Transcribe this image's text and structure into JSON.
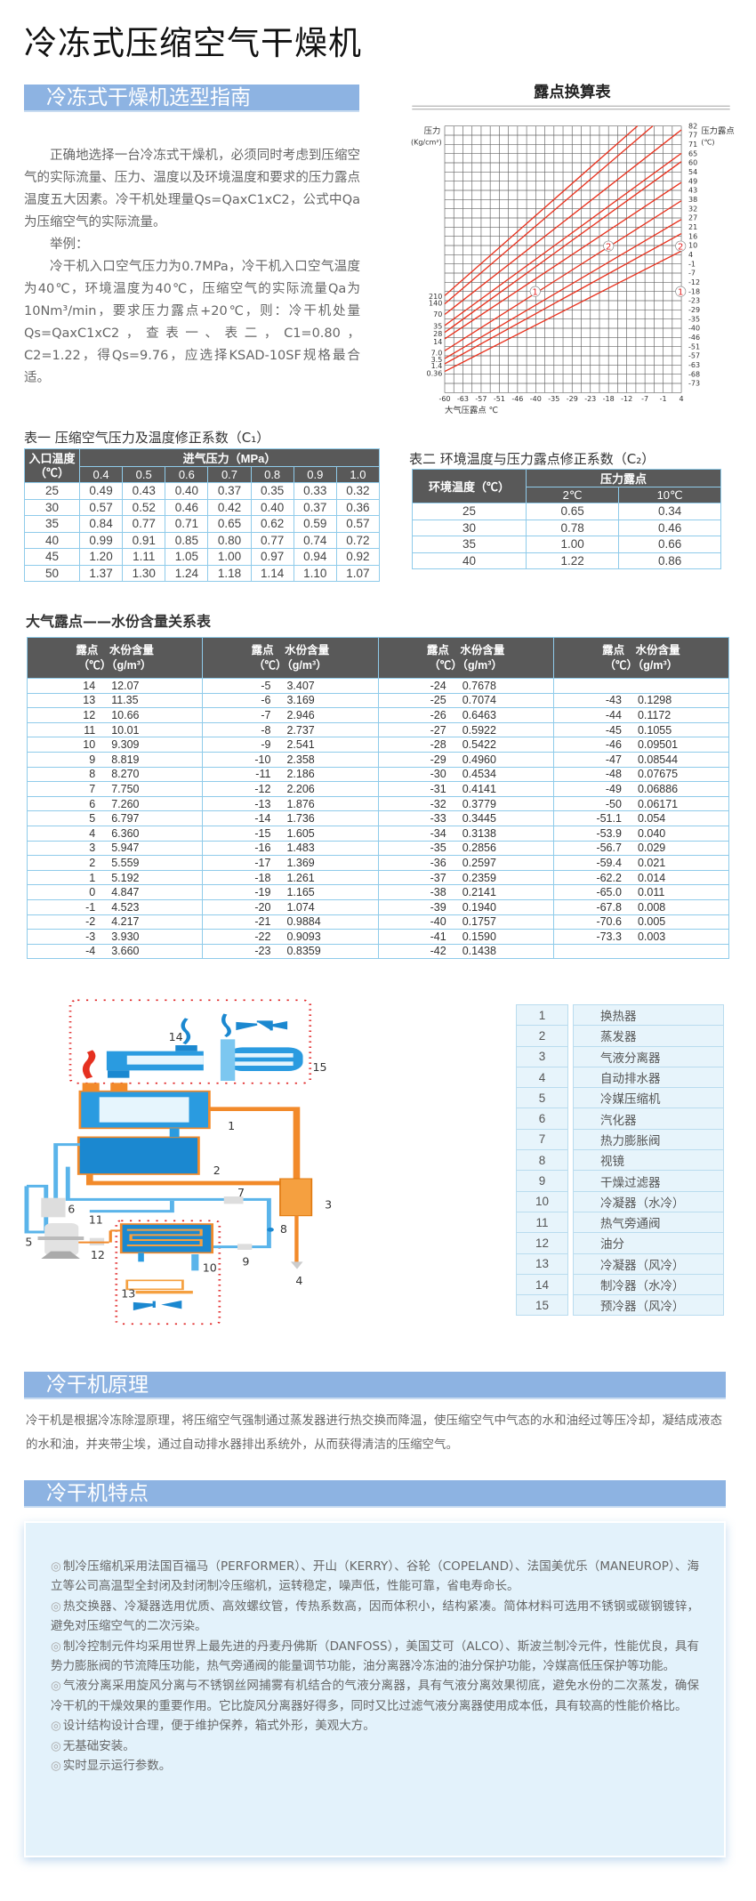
{
  "title": "冷冻式压缩空气干燥机",
  "section1": {
    "banner": "冷冻式干燥机选型指南",
    "paragraphs": [
      "正确地选择一台冷冻式干燥机，必须同时考虑到压缩空气的实际流量、压力、温度以及环境温度和要求的压力露点温度五大因素。冷干机处理量Qs=QaxC1xC2，公式中Qa为压缩空气的实际流量。",
      "举例：",
      "冷干机入口空气压力为0.7MPa，冷干机入口空气温度为40℃，环境温度为40℃，压缩空气的实际流量Qa为10Nm³/min，要求压力露点+20℃，则：冷干机处量Qs=QaxC1xC2，查表一、表二，C1=0.80，C2=1.22，得Qs=9.76，应选择KSAD-10SF规格最合适。"
    ]
  },
  "chart_data": {
    "type": "line",
    "title": "露点换算表",
    "ylabel_left": "压力",
    "ylabel_left_unit": "(Kg/cm²)",
    "ylabel_right": "压力露点",
    "ylabel_right_unit": "(℃)",
    "xlabel": "大气压露点 ℃",
    "x_ticks": [
      "-60",
      "-63",
      "-57",
      "-51",
      "-46",
      "-40",
      "-35",
      "-29",
      "-23",
      "-18",
      "-12",
      "-7",
      "-1",
      "4"
    ],
    "y_right_ticks": [
      "82",
      "77",
      "71",
      "65",
      "60",
      "54",
      "49",
      "43",
      "38",
      "32",
      "27",
      "21",
      "16",
      "10",
      "4",
      "-1",
      "-7",
      "-12",
      "-18",
      "-23",
      "-29",
      "-35",
      "-40",
      "-46",
      "-51",
      "-57",
      "-63",
      "-68",
      "-73"
    ],
    "left_labels": [
      {
        "text": "210",
        "at": 18.55
      },
      {
        "text": "140",
        "at": 19.26
      },
      {
        "text": "70",
        "at": 20.5
      },
      {
        "text": "35",
        "at": 21.8
      },
      {
        "text": "28",
        "at": 22.6
      },
      {
        "text": "14",
        "at": 23.5
      },
      {
        "text": "7.0",
        "at": 24.7
      },
      {
        "text": "3.5",
        "at": 25.4
      },
      {
        "text": "1.4",
        "at": 26.1
      },
      {
        "text": "0.36",
        "at": 26.9
      }
    ],
    "series": [
      {
        "name": "210",
        "start": [
          0,
          18.45
        ],
        "end": [
          10.59,
          0
        ]
      },
      {
        "name": "140",
        "start": [
          0,
          19.35
        ],
        "end": [
          11.43,
          0
        ]
      },
      {
        "name": "70",
        "start": [
          0,
          20.5
        ],
        "end": [
          13,
          0.42
        ]
      },
      {
        "name": "35",
        "start": [
          0,
          21.7
        ],
        "end": [
          13,
          2.97
        ]
      },
      {
        "name": "28",
        "start": [
          0,
          22.45
        ],
        "end": [
          13,
          3.87
        ]
      },
      {
        "name": "14",
        "start": [
          0,
          23.16
        ],
        "end": [
          13,
          6.13
        ]
      },
      {
        "name": "7.0",
        "start": [
          0,
          24.45
        ],
        "end": [
          13,
          8.13
        ]
      },
      {
        "name": "3.5",
        "start": [
          0,
          25.3
        ],
        "end": [
          13,
          10.16
        ]
      },
      {
        "name": "1.4",
        "start": [
          0,
          25.87
        ],
        "end": [
          13,
          11.7
        ]
      },
      {
        "name": "0.36",
        "start": [
          0,
          26.7
        ],
        "end": [
          13,
          13.6
        ]
      }
    ],
    "markers": [
      {
        "text": "1",
        "x": 4.97,
        "y": 18
      },
      {
        "text": "1",
        "x": 12.96,
        "y": 18
      },
      {
        "text": "2",
        "x": 9.0,
        "y": 13.06
      },
      {
        "text": "2",
        "x": 12.96,
        "y": 13.06
      }
    ],
    "line_color": "#e8321e"
  },
  "table1": {
    "caption": "表一  压缩空气压力及温度修正系数（C₁）",
    "col_head": "入口温度",
    "col_unit": "（℃）",
    "group_head": "进气压力（MPa）",
    "pressures": [
      "0.4",
      "0.5",
      "0.6",
      "0.7",
      "0.8",
      "0.9",
      "1.0"
    ],
    "rows": [
      [
        "25",
        "0.49",
        "0.43",
        "0.40",
        "0.37",
        "0.35",
        "0.33",
        "0.32"
      ],
      [
        "30",
        "0.57",
        "0.52",
        "0.46",
        "0.42",
        "0.40",
        "0.37",
        "0.36"
      ],
      [
        "35",
        "0.84",
        "0.77",
        "0.71",
        "0.65",
        "0.62",
        "0.59",
        "0.57"
      ],
      [
        "40",
        "0.99",
        "0.91",
        "0.85",
        "0.80",
        "0.77",
        "0.74",
        "0.72"
      ],
      [
        "45",
        "1.20",
        "1.11",
        "1.05",
        "1.00",
        "0.97",
        "0.94",
        "0.92"
      ],
      [
        "50",
        "1.37",
        "1.30",
        "1.24",
        "1.18",
        "1.14",
        "1.10",
        "1.07"
      ]
    ]
  },
  "table2": {
    "caption": "表二  环境温度与压力露点修正系数（C₂）",
    "col_head": "环境温度（℃）",
    "group_head": "压力露点",
    "dews": [
      "2℃",
      "10℃"
    ],
    "rows": [
      [
        "25",
        "0.65",
        "0.34"
      ],
      [
        "30",
        "0.78",
        "0.46"
      ],
      [
        "35",
        "1.00",
        "0.66"
      ],
      [
        "40",
        "1.22",
        "0.86"
      ]
    ]
  },
  "water_table": {
    "caption": "大气露点——水份含量关系表",
    "head_line1": "露点　水份含量",
    "head_line2": "（℃）（g/m³）",
    "groups": [
      [
        [
          "14",
          "12.07"
        ],
        [
          "13",
          "11.35"
        ],
        [
          "12",
          "10.66"
        ],
        [
          "11",
          "10.01"
        ],
        [
          "10",
          "9.309"
        ],
        [
          "9",
          "8.819"
        ],
        [
          "8",
          "8.270"
        ],
        [
          "7",
          "7.750"
        ],
        [
          "6",
          "7.260"
        ],
        [
          "5",
          "6.797"
        ],
        [
          "4",
          "6.360"
        ],
        [
          "3",
          "5.947"
        ],
        [
          "2",
          "5.559"
        ],
        [
          "1",
          "5.192"
        ],
        [
          "0",
          "4.847"
        ],
        [
          "-1",
          "4.523"
        ],
        [
          "-2",
          "4.217"
        ],
        [
          "-3",
          "3.930"
        ],
        [
          "-4",
          "3.660"
        ]
      ],
      [
        [
          "-5",
          "3.407"
        ],
        [
          "-6",
          "3.169"
        ],
        [
          "-7",
          "2.946"
        ],
        [
          "-8",
          "2.737"
        ],
        [
          "-9",
          "2.541"
        ],
        [
          "-10",
          "2.358"
        ],
        [
          "-11",
          "2.186"
        ],
        [
          "-12",
          "2.206"
        ],
        [
          "-13",
          "1.876"
        ],
        [
          "-14",
          "1.736"
        ],
        [
          "-15",
          "1.605"
        ],
        [
          "-16",
          "1.483"
        ],
        [
          "-17",
          "1.369"
        ],
        [
          "-18",
          "1.261"
        ],
        [
          "-19",
          "1.165"
        ],
        [
          "-20",
          "1.074"
        ],
        [
          "-21",
          "0.9884"
        ],
        [
          "-22",
          "0.9093"
        ],
        [
          "-23",
          "0.8359"
        ]
      ],
      [
        [
          "-24",
          "0.7678"
        ],
        [
          "-25",
          "0.7074"
        ],
        [
          "-26",
          "0.6463"
        ],
        [
          "-27",
          "0.5922"
        ],
        [
          "-28",
          "0.5422"
        ],
        [
          "-29",
          "0.4960"
        ],
        [
          "-30",
          "0.4534"
        ],
        [
          "-31",
          "0.4141"
        ],
        [
          "-32",
          "0.3779"
        ],
        [
          "-33",
          "0.3445"
        ],
        [
          "-34",
          "0.3138"
        ],
        [
          "-35",
          "0.2856"
        ],
        [
          "-36",
          "0.2597"
        ],
        [
          "-37",
          "0.2359"
        ],
        [
          "-38",
          "0.2141"
        ],
        [
          "-39",
          "0.1940"
        ],
        [
          "-40",
          "0.1757"
        ],
        [
          "-41",
          "0.1590"
        ],
        [
          "-42",
          "0.1438"
        ]
      ],
      [
        [
          "",
          ""
        ],
        [
          "-43",
          "0.1298"
        ],
        [
          "-44",
          "0.1172"
        ],
        [
          "-45",
          "0.1055"
        ],
        [
          "-46",
          "0.09501"
        ],
        [
          "-47",
          "0.08544"
        ],
        [
          "-48",
          "0.07675"
        ],
        [
          "-49",
          "0.06886"
        ],
        [
          "-50",
          "0.06171"
        ],
        [
          "-51.1",
          "0.054"
        ],
        [
          "-53.9",
          "0.040"
        ],
        [
          "-56.7",
          "0.029"
        ],
        [
          "-59.4",
          "0.021"
        ],
        [
          "-62.2",
          "0.014"
        ],
        [
          "-65.0",
          "0.011"
        ],
        [
          "-67.8",
          "0.008"
        ],
        [
          "-70.6",
          "0.005"
        ],
        [
          "-73.3",
          "0.003"
        ],
        [
          "",
          ""
        ]
      ]
    ]
  },
  "diagram": {
    "labels": [
      "1",
      "2",
      "3",
      "4",
      "5",
      "6",
      "7",
      "8",
      "9",
      "10",
      "11",
      "12",
      "13",
      "14",
      "15"
    ],
    "legend": [
      [
        "1",
        "换热器"
      ],
      [
        "2",
        "蒸发器"
      ],
      [
        "3",
        "气液分离器"
      ],
      [
        "4",
        "自动排水器"
      ],
      [
        "5",
        "冷媒压缩机"
      ],
      [
        "6",
        "汽化器"
      ],
      [
        "7",
        "热力膨胀阀"
      ],
      [
        "8",
        "视镜"
      ],
      [
        "9",
        "干燥过滤器"
      ],
      [
        "10",
        "冷凝器（水冷）"
      ],
      [
        "11",
        "热气旁通阀"
      ],
      [
        "12",
        "油分"
      ],
      [
        "13",
        "冷凝器（风冷）"
      ],
      [
        "14",
        "制冷器（水冷）"
      ],
      [
        "15",
        "预冷器（风冷）"
      ]
    ]
  },
  "section2": {
    "banner": "冷干机原理",
    "text": "冷干机是根据冷冻除湿原理，将压缩空气强制通过蒸发器进行热交换而降温，使压缩空气中气态的水和油经过等压冷却，凝结成液态的水和油，并夹带尘埃，通过自动排水器排出系统外，从而获得清洁的压缩空气。"
  },
  "section3": {
    "banner": "冷干机特点",
    "bullet": "◎",
    "items": [
      "制冷压缩机采用法国百福马（PERFORMER）、开山（KERRY）、谷轮（COPELAND）、法国美优乐（MANEUROP）、海立等公司高温型全封闭及封闭制冷压缩机，运转稳定，噪声低，性能可靠，省电寿命长。",
      "热交换器、冷凝器选用优质、高效螺纹管，传热系数高，因而体积小，结构紧凑。简体材料可选用不锈钢或碳钢镀锌，避免对压缩空气的二次污染。",
      "制冷控制元件均采用世界上最先进的丹麦丹佛斯（DANFOSS），美国艾可（ALCO）、斯波兰制冷元件，性能优良，具有势力膨胀阀的节流降压功能，热气旁通阀的能量调节功能，油分离器冷冻油的油分保护功能，冷媒高低压保护等功能。",
      "气液分离采用旋风分离与不锈钢丝网捕雾有机结合的气液分离器，具有气液分离效果彻底，避免水份的二次蒸发，确保冷干机的干燥效果的重要作用。它比旋风分离器好得多，同时又比过滤气液分离器使用成本低，具有较高的性能价格比。",
      "设计结构设计合理，便于维护保养，箱式外形，美观大方。",
      "无基础安装。",
      "实时显示运行参数。"
    ]
  }
}
